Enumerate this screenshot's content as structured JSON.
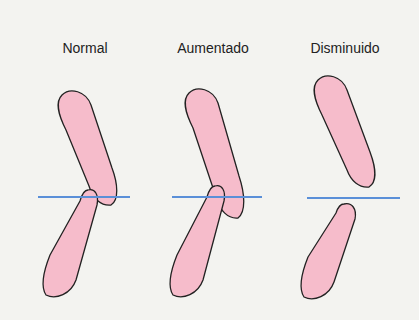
{
  "diagram": {
    "labels": [
      "Normal",
      "Aumentado",
      "Disminuido"
    ]
  }
}
